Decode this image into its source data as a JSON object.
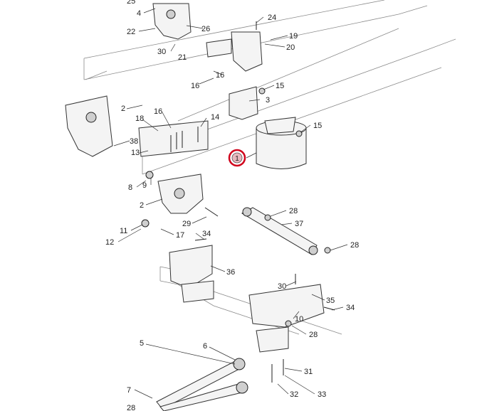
{
  "highlight": {
    "number": "1",
    "color": "#d0021b"
  },
  "callouts": [
    "25",
    "4",
    "24",
    "22",
    "26",
    "19",
    "30",
    "21",
    "20",
    "16",
    "15",
    "16",
    "2",
    "3",
    "16",
    "14",
    "15",
    "18",
    "38",
    "13",
    "8",
    "9",
    "28",
    "2",
    "29",
    "37",
    "11",
    "17",
    "34",
    "12",
    "28",
    "36",
    "30",
    "35",
    "34",
    "10",
    "28",
    "5",
    "6",
    "31",
    "7",
    "32",
    "33",
    "28"
  ],
  "colors": {
    "line": "#8a8a8a",
    "ink": "#222222",
    "highlight": "#d0021b"
  }
}
